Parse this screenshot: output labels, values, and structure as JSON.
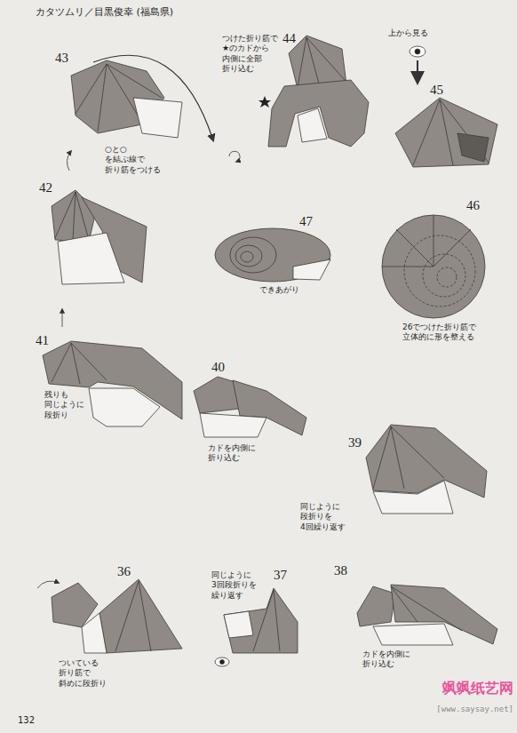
{
  "diagram": {
    "title": "カタツムリ／目黒俊幸 (福島県)",
    "labels": [
      "43",
      "44",
      "つけた折り筋で ★のカドから 内側に全部 折り込む",
      "上から見る",
      "45",
      "○と○を結ぶ線で 折り筋をつける",
      "42",
      "47",
      "46",
      "できあがり",
      "26でつけた折り筋で 立体的に形を整える",
      "41",
      "残りも 同じように 段折り",
      "40",
      "カドを内側に 折り込む",
      "39",
      "同じように 段折りを 4回繰り返す",
      "36",
      "37",
      "38",
      "同じように 3回段折りを 繰り返す",
      "カドを内側に 折り込む",
      "ついている 折り筋で 斜めに段折り",
      "132",
      "飒飒纸艺网",
      "[www.saysay.net]"
    ]
  }
}
